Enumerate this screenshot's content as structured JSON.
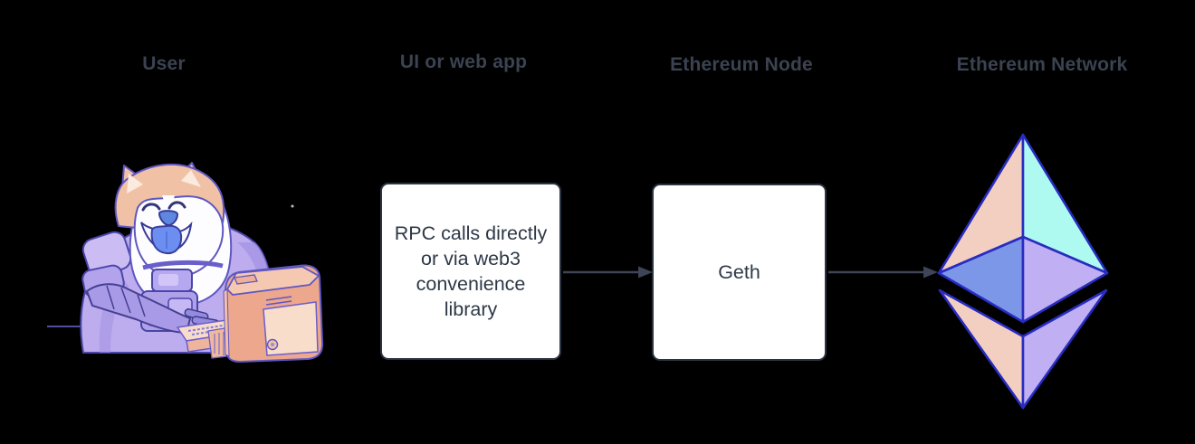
{
  "diagram": {
    "type": "flow-diagram",
    "labels": {
      "user": "User",
      "ui": "UI or web app",
      "node": "Ethereum Node",
      "network": "Ethereum Network"
    },
    "boxes": {
      "ui_box": {
        "text": "RPC calls directly or via web3 convenience library",
        "lines": [
          "RPC calls directly",
          "or via web3",
          "convenience",
          "library"
        ]
      },
      "node_box": {
        "label": "Geth"
      }
    },
    "connectors": [
      {
        "from": "ui_box",
        "to": "node_box",
        "style": "solid-arrow"
      },
      {
        "from": "node_box",
        "to": "ethereum-logo",
        "style": "solid-arrow"
      }
    ],
    "icons": {
      "user": "doge-astronaut-at-computer-illustration",
      "network": "ethereum-logo"
    },
    "colors": {
      "background": "#000000",
      "label_text": "#3b4351",
      "box_background": "#ffffff",
      "box_border": "#2b3442",
      "box_text": "#2e3847",
      "arrow": "#3d4557",
      "eth_outline": "#282cc0",
      "eth_face_peach": "#f2cfc1",
      "eth_face_cyan": "#aefaf1",
      "eth_face_blue": "#7d97e8",
      "eth_face_purple": "#c0aff2",
      "doge_fur": "#f1c1a5",
      "doge_muzzle": "#fdfdff",
      "doge_tongue": "#6b8ef0",
      "suit_purple": "#bdadee",
      "computer_body": "#eca78d"
    }
  }
}
